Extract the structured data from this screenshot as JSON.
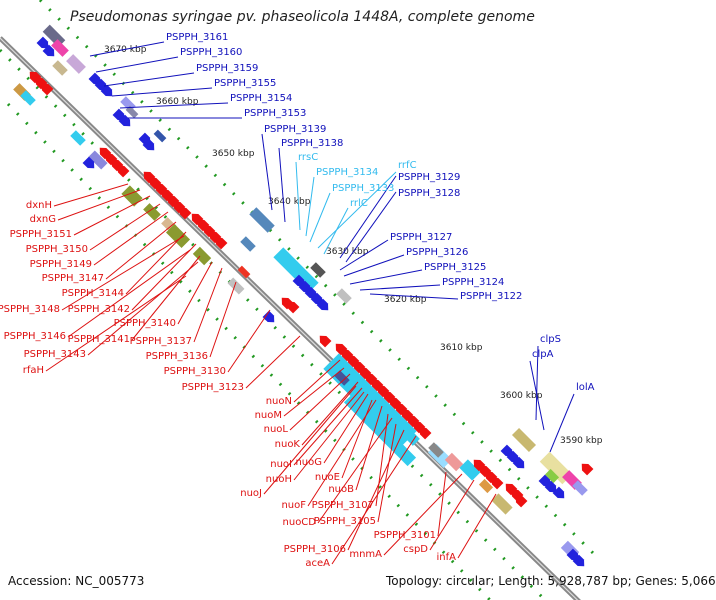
{
  "title": "Pseudomonas syringae pv. phaseolicola 1448A, complete genome",
  "footer": {
    "accession": "Accession: NC_005773",
    "summary": "Topology: circular; Length: 5,928,787 bp; Genes: 5,066"
  },
  "colors": {
    "forward_gene": "#2222dd",
    "reverse_gene": "#ee1111",
    "rna_gene": "#33ccee",
    "forward_label": "#1111bb",
    "reverse_label": "#dd1111",
    "rna_label": "#33bbee",
    "backbone": "#888888",
    "tick": "#229922"
  },
  "scale_ticks": [
    "3670 kbp",
    "3660 kbp",
    "3650 kbp",
    "3640 kbp",
    "3630 kbp",
    "3620 kbp",
    "3610 kbp",
    "3600 kbp",
    "3590 kbp"
  ],
  "forward_labels": [
    "PSPPH_3161",
    "PSPPH_3160",
    "PSPPH_3159",
    "PSPPH_3155",
    "PSPPH_3154",
    "PSPPH_3153",
    "PSPPH_3139",
    "PSPPH_3138",
    "PSPPH_3129",
    "PSPPH_3128",
    "PSPPH_3127",
    "PSPPH_3126",
    "PSPPH_3125",
    "PSPPH_3124",
    "PSPPH_3122",
    "clpS",
    "clpA",
    "lolA"
  ],
  "rna_labels": [
    "rrsC",
    "PSPPH_3134",
    "PSPPH_3133",
    "rrfC",
    "rrlC"
  ],
  "reverse_labels": [
    "dxnH",
    "dxnG",
    "PSPPH_3151",
    "PSPPH_3150",
    "PSPPH_3149",
    "PSPPH_3147",
    "PSPPH_3144",
    "PSPPH_3148",
    "PSPPH_3142",
    "PSPPH_3146",
    "PSPPH_3141",
    "PSPPH_3140",
    "PSPPH_3143",
    "PSPPH_3137",
    "rfaH",
    "PSPPH_3136",
    "PSPPH_3130",
    "PSPPH_3123",
    "nuoN",
    "nuoM",
    "nuoL",
    "nuoK",
    "nuoI",
    "nuoG",
    "nuoH",
    "nuoE",
    "nuoJ",
    "nuoB",
    "nuoF",
    "PSPPH_3107",
    "nuoCD",
    "PSPPH_3105",
    "PSPPH_3101",
    "PSPPH_3106",
    "mnmA",
    "cspD",
    "infA",
    "aceA"
  ]
}
